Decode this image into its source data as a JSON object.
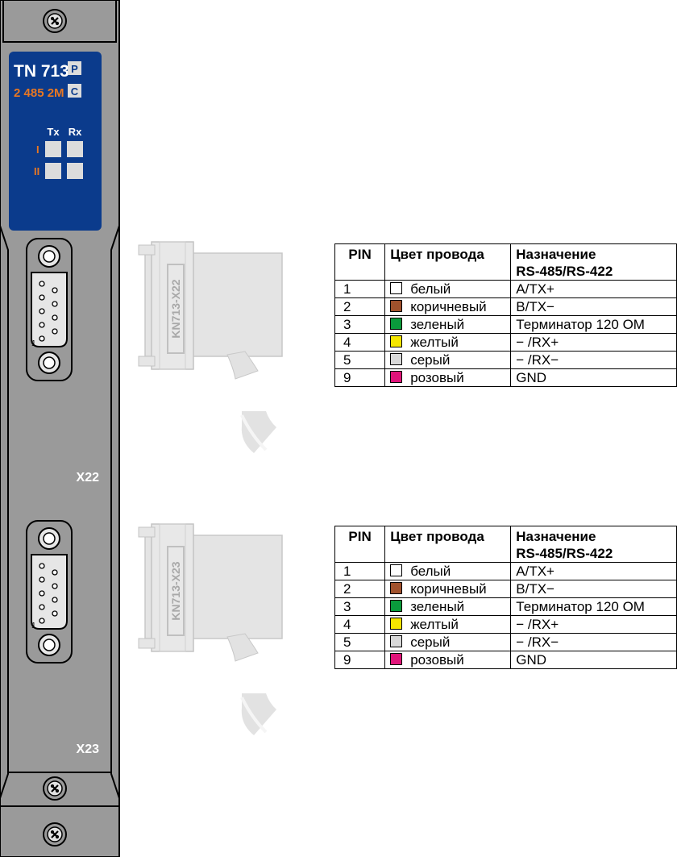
{
  "module": {
    "name": "TN 713",
    "code": "2 485 2M",
    "button_p": "P",
    "button_c": "C",
    "led_col_tx": "Tx",
    "led_col_rx": "Rx",
    "led_row_1": "I",
    "led_row_2": "II",
    "panel_color": "#0b3b8c",
    "accent_color": "#e87722"
  },
  "ports": [
    {
      "label": "X22",
      "pin1": "1",
      "plug_label": "KN713-X22"
    },
    {
      "label": "X23",
      "pin1": "1",
      "plug_label": "KN713-X23"
    }
  ],
  "tables": [
    {
      "headers": {
        "pin": "PIN",
        "color": "Цвет провода",
        "func_line1": "Назначение",
        "func_line2": "RS-485/RS-422"
      },
      "rows": [
        {
          "pin": "1",
          "swatch": "#ffffff",
          "color": "белый",
          "func": "A/TX+"
        },
        {
          "pin": "2",
          "swatch": "#a0522d",
          "color": "коричневый",
          "func": "B/TX−"
        },
        {
          "pin": "3",
          "swatch": "#0a9a3c",
          "color": "зеленый",
          "func": "Терминатор 120 OM"
        },
        {
          "pin": "4",
          "swatch": "#f5e600",
          "color": "желтый",
          "func": "− /RX+"
        },
        {
          "pin": "5",
          "swatch": "#d8d8d8",
          "color": "серый",
          "func": "− /RX−"
        },
        {
          "pin": "9",
          "swatch": "#e0147a",
          "color": "розовый",
          "func": "GND"
        }
      ]
    },
    {
      "headers": {
        "pin": "PIN",
        "color": "Цвет провода",
        "func_line1": "Назначение",
        "func_line2": "RS-485/RS-422"
      },
      "rows": [
        {
          "pin": "1",
          "swatch": "#ffffff",
          "color": "белый",
          "func": "A/TX+"
        },
        {
          "pin": "2",
          "swatch": "#a0522d",
          "color": "коричневый",
          "func": "B/TX−"
        },
        {
          "pin": "3",
          "swatch": "#0a9a3c",
          "color": "зеленый",
          "func": "Терминатор 120 OM"
        },
        {
          "pin": "4",
          "swatch": "#f5e600",
          "color": "желтый",
          "func": "− /RX+"
        },
        {
          "pin": "5",
          "swatch": "#d8d8d8",
          "color": "серый",
          "func": "− /RX−"
        },
        {
          "pin": "9",
          "swatch": "#e0147a",
          "color": "розовый",
          "func": "GND"
        }
      ]
    }
  ]
}
